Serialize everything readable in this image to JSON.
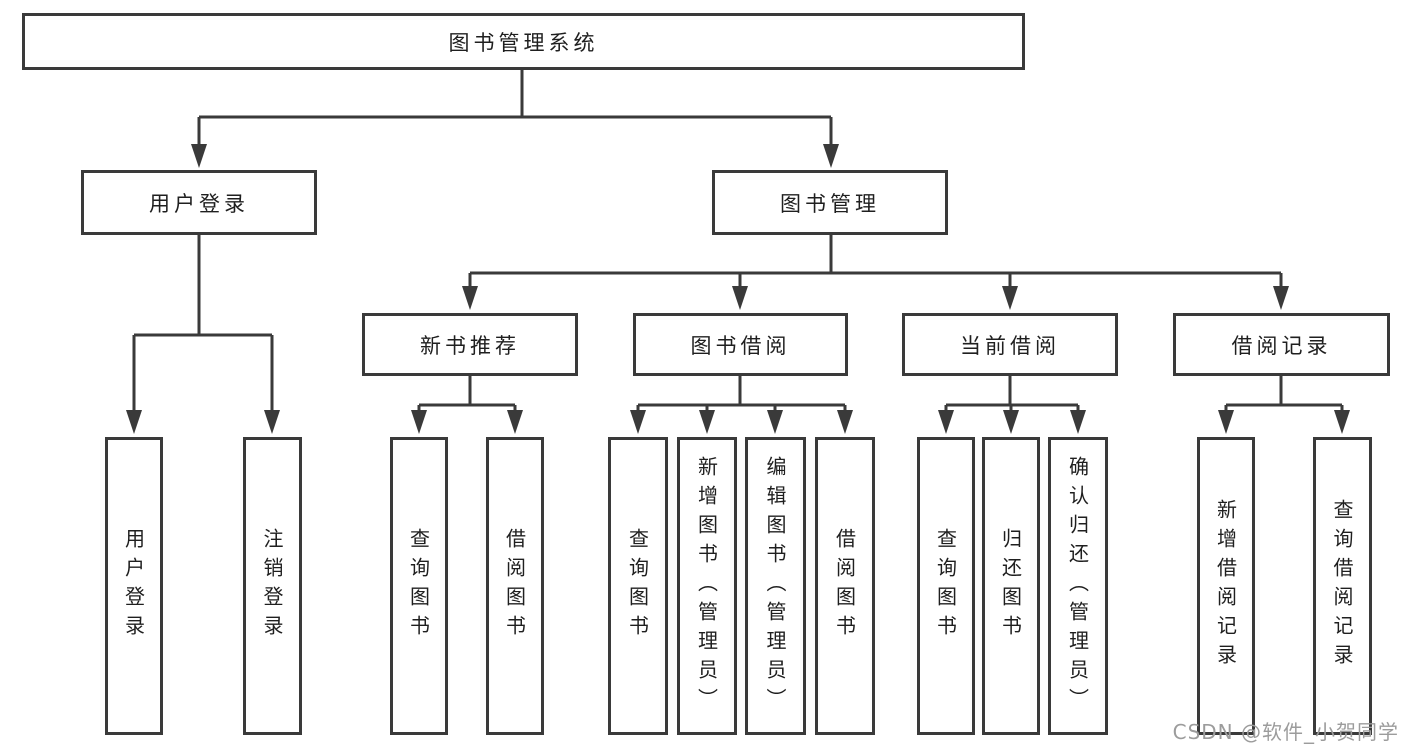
{
  "diagram_title": "图书管理系统",
  "tree": {
    "root": {
      "label": "图书管理系统",
      "children": [
        {
          "label": "用户登录",
          "children": [
            {
              "label": "用户登录"
            },
            {
              "label": "注销登录"
            }
          ]
        },
        {
          "label": "图书管理",
          "children": [
            {
              "label": "新书推荐",
              "children": [
                {
                  "label": "查询图书"
                },
                {
                  "label": "借阅图书"
                }
              ]
            },
            {
              "label": "图书借阅",
              "children": [
                {
                  "label": "查询图书"
                },
                {
                  "label": "新增图书（管理员）"
                },
                {
                  "label": "编辑图书（管理员）"
                },
                {
                  "label": "借阅图书"
                }
              ]
            },
            {
              "label": "当前借阅",
              "children": [
                {
                  "label": "查询图书"
                },
                {
                  "label": "归还图书"
                },
                {
                  "label": "确认归还（管理员）"
                }
              ]
            },
            {
              "label": "借阅记录",
              "children": [
                {
                  "label": "新增借阅记录"
                },
                {
                  "label": "查询借阅记录"
                }
              ]
            }
          ]
        }
      ]
    }
  },
  "watermark": {
    "text": "CSDN @软件_小贺同学"
  },
  "colors": {
    "line": "#3a3a3a",
    "box_border": "#3a3a3a",
    "box_fill": "#ffffff",
    "text": "#1f1f1f",
    "watermark": "#9c9c9c",
    "background": "#ffffff"
  }
}
